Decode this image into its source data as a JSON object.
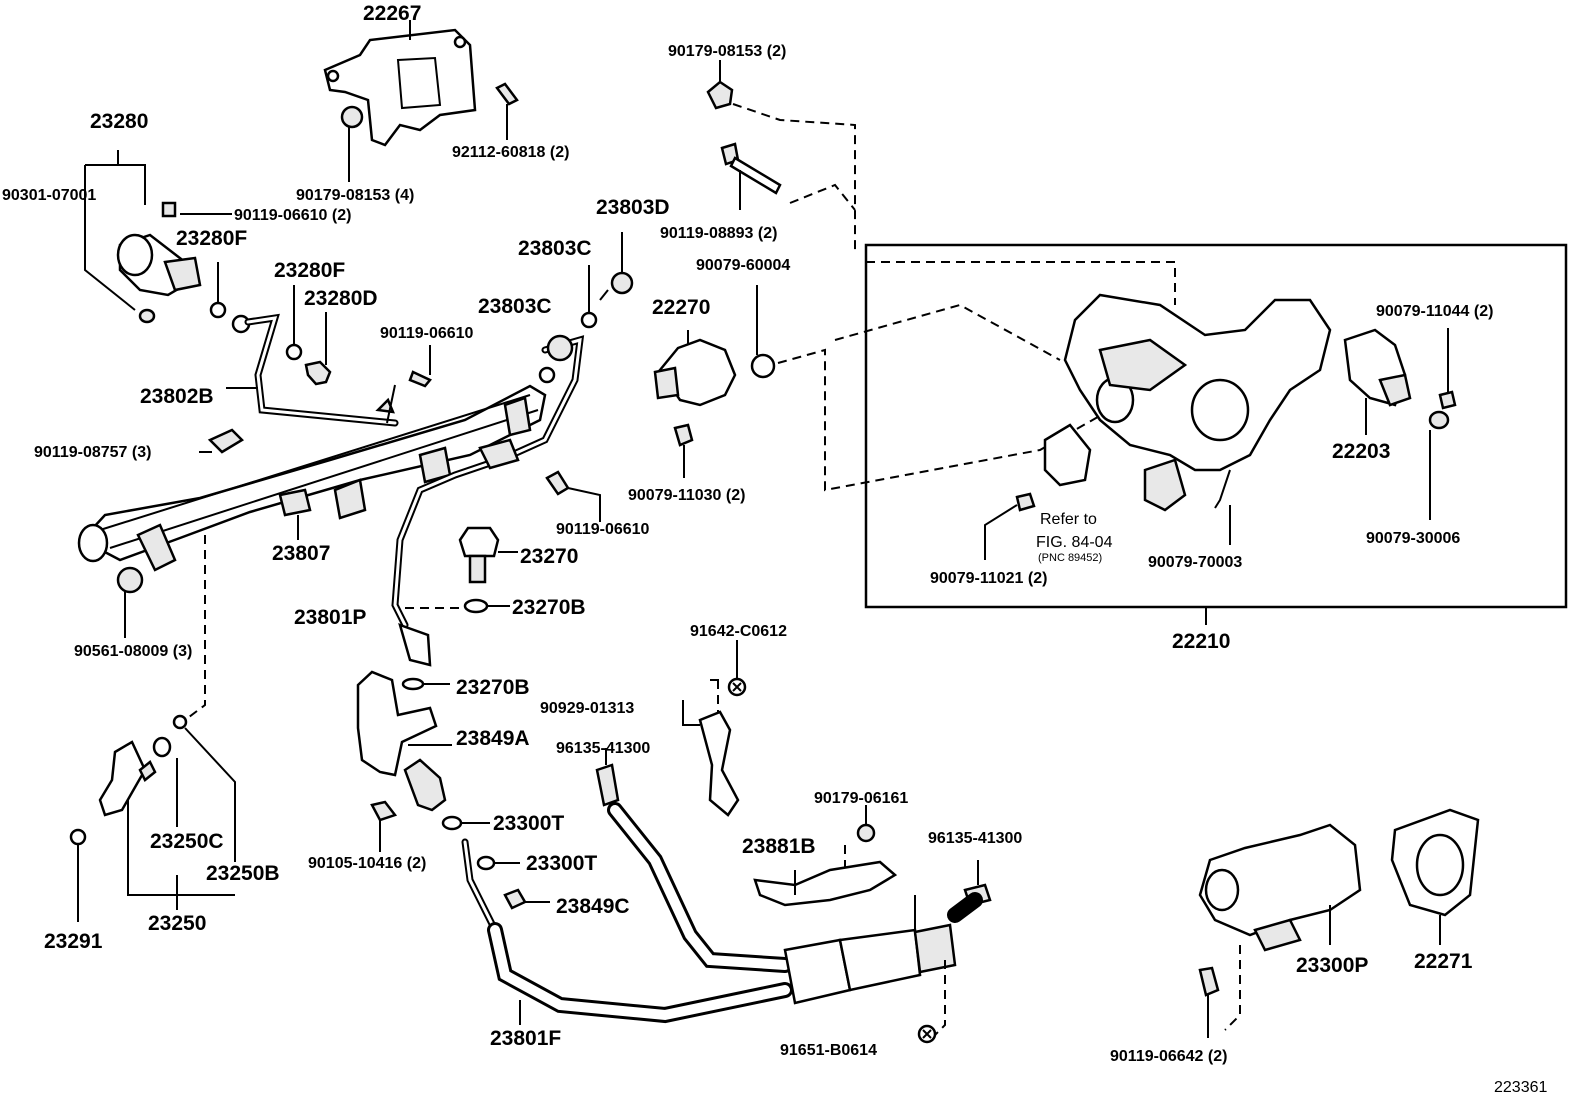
{
  "labels": {
    "p22267": "22267",
    "p92112": "92112-60818 (2)",
    "p90179_08153_4": "90179-08153 (4)",
    "p23280": "23280",
    "p90301": "90301-07001",
    "p90119_06610_2": "90119-06610 (2)",
    "p23280F_a": "23280F",
    "p23280F_b": "23280F",
    "p23280D": "23280D",
    "p23802B": "23802B",
    "p90119_06610_a": "90119-06610",
    "p23803C_a": "23803C",
    "p23803C_b": "23803C",
    "p23803D": "23803D",
    "p90119_08757": "90119-08757 (3)",
    "p23807": "23807",
    "p90561": "90561-08009 (3)",
    "p23801P": "23801P",
    "p23270": "23270",
    "p23270B_a": "23270B",
    "p23270B_b": "23270B",
    "p90119_06610_b": "90119-06610",
    "p90179_08153_2": "90179-08153 (2)",
    "p90119_08893": "90119-08893 (2)",
    "p90079_60004": "90079-60004",
    "p22270": "22270",
    "p90079_11030": "90079-11030 (2)",
    "p90079_11044": "90079-11044 (2)",
    "p22203": "22203",
    "p90079_30006": "90079-30006",
    "p90079_70003": "90079-70003",
    "p90079_11021": "90079-11021 (2)",
    "p22210": "22210",
    "p91642": "91642-C0612",
    "p90929": "90929-01313",
    "p96135_a": "96135-41300",
    "p96135_b": "96135-41300",
    "p23849A": "23849A",
    "p23849C": "23849C",
    "p23300T_a": "23300T",
    "p23300T_b": "23300T",
    "p90105": "90105-10416 (2)",
    "p90179_06161": "90179-06161",
    "p23881B": "23881B",
    "p23801F": "23801F",
    "p91651": "91651-B0614",
    "p23250C": "23250C",
    "p23250B": "23250B",
    "p23250": "23250",
    "p23291": "23291",
    "p23300P": "23300P",
    "p22271": "22271",
    "p90119_06642": "90119-06642 (2)",
    "refer_to": "Refer to",
    "fig_ref": "FIG. 84-04",
    "pnc_ref": "(PNC 89452)",
    "diagram_id": "223361"
  }
}
